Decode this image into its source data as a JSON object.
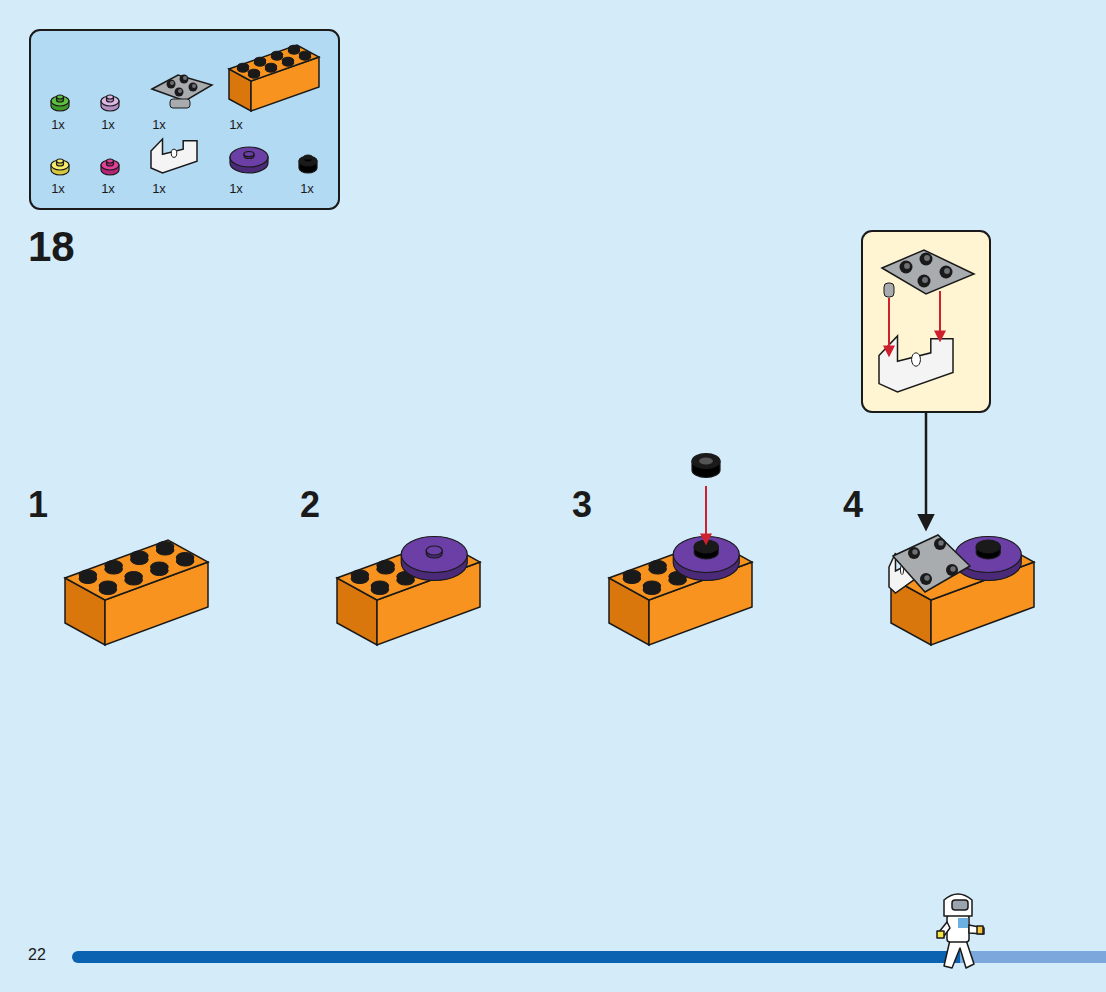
{
  "diagram": {
    "nodes": [
      {
        "text": [
          "1x",
          "1x",
          "1x",
          "1x",
          "1x",
          "1x",
          "1x",
          "1x",
          "1x"
        ]
      }
    ],
    "labels": [
      "18",
      "1",
      "2",
      "3",
      "4",
      "22"
    ]
  }
}
